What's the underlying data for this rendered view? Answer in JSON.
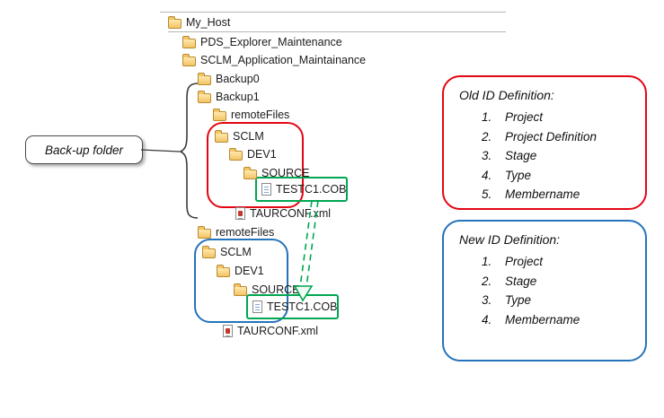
{
  "colors": {
    "red": "#e30613",
    "blue": "#2573ba",
    "green": "#00a651"
  },
  "tree": {
    "items": [
      {
        "label": "My_Host",
        "icon": "folder-icon"
      },
      {
        "label": "PDS_Explorer_Maintenance",
        "icon": "folder-icon"
      },
      {
        "label": "SCLM_Application_Maintainance",
        "icon": "folder-icon"
      },
      {
        "label": "Backup0",
        "icon": "folder-icon"
      },
      {
        "label": "Backup1",
        "icon": "folder-icon"
      },
      {
        "label": "remoteFiles",
        "icon": "folder-icon"
      },
      {
        "label": "SCLM",
        "icon": "folder-icon"
      },
      {
        "label": "DEV1",
        "icon": "folder-icon"
      },
      {
        "label": "SOURCE",
        "icon": "folder-icon"
      },
      {
        "label": "TESTC1.COB",
        "icon": "file-icon"
      },
      {
        "label": "TAURCONF.xml",
        "icon": "xml-file-icon"
      },
      {
        "label": "remoteFiles",
        "icon": "folder-icon"
      },
      {
        "label": "SCLM",
        "icon": "folder-icon"
      },
      {
        "label": "DEV1",
        "icon": "folder-icon"
      },
      {
        "label": "SOURCE",
        "icon": "folder-icon"
      },
      {
        "label": "TESTC1.COB",
        "icon": "file-icon"
      },
      {
        "label": "TAURCONF.xml",
        "icon": "xml-file-icon"
      }
    ]
  },
  "callout": {
    "label": "Back-up folder"
  },
  "old_id": {
    "title": "Old ID Definition:",
    "items": [
      {
        "num": "1.",
        "label": "Project"
      },
      {
        "num": "2.",
        "label": "Project Definition"
      },
      {
        "num": "3.",
        "label": "Stage"
      },
      {
        "num": "4.",
        "label": "Type"
      },
      {
        "num": "5.",
        "label": "Membername"
      }
    ]
  },
  "new_id": {
    "title": "New ID Definition:",
    "items": [
      {
        "num": "1.",
        "label": "Project"
      },
      {
        "num": "2.",
        "label": "Stage"
      },
      {
        "num": "3.",
        "label": "Type"
      },
      {
        "num": "4.",
        "label": "Membername"
      }
    ]
  }
}
